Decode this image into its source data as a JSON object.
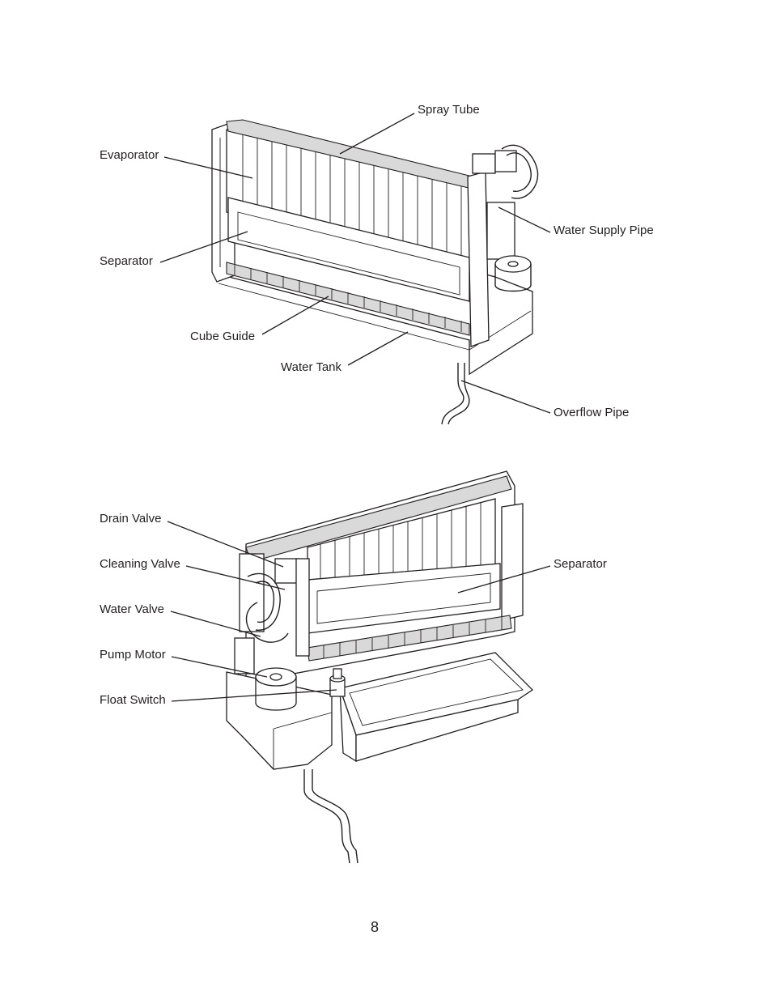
{
  "page_number": "8",
  "top_figure": {
    "labels": {
      "spray_tube": "Spray Tube",
      "evaporator": "Evaporator",
      "water_supply_pipe": "Water Supply Pipe",
      "separator": "Separator",
      "cube_guide": "Cube Guide",
      "water_tank": "Water Tank",
      "overflow_pipe": "Overflow Pipe"
    }
  },
  "bottom_figure": {
    "labels": {
      "drain_valve": "Drain Valve",
      "cleaning_valve": "Cleaning Valve",
      "separator": "Separator",
      "water_valve": "Water Valve",
      "pump_motor": "Pump Motor",
      "float_switch": "Float Switch"
    }
  }
}
